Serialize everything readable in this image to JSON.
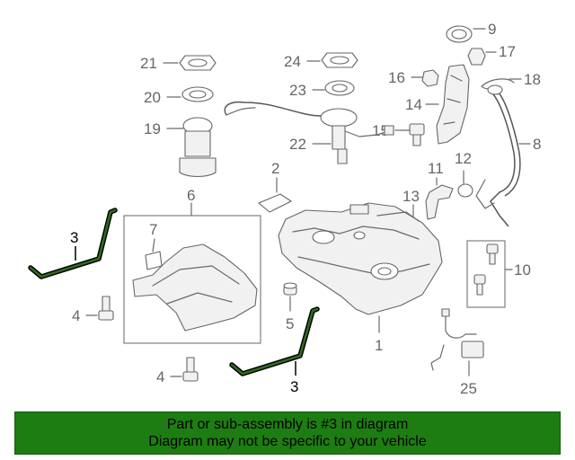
{
  "diagram": {
    "callouts": {
      "c1": "1",
      "c2": "2",
      "c3a": "3",
      "c3b": "3",
      "c4a": "4",
      "c4b": "4",
      "c5": "5",
      "c6": "6",
      "c7": "7",
      "c8": "8",
      "c9": "9",
      "c10": "10",
      "c11": "11",
      "c12": "12",
      "c13": "13",
      "c14": "14",
      "c15": "15",
      "c16": "16",
      "c17": "17",
      "c18": "18",
      "c19": "19",
      "c20": "20",
      "c21": "21",
      "c22": "22",
      "c23": "23",
      "c24": "24",
      "c25": "25"
    },
    "highlighted_part": "3",
    "colors": {
      "highlight": "#2f6b1f",
      "banner": "#1e7d12",
      "line": "#6a6a6a"
    }
  },
  "footer": {
    "line1": "Part or sub-assembly is #3 in diagram",
    "line2": "Diagram may not be specific to your vehicle"
  }
}
